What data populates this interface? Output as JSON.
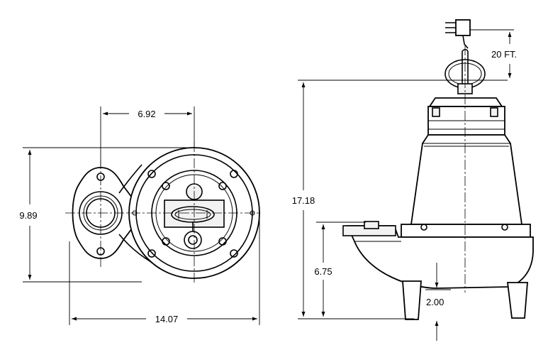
{
  "dimensions": {
    "plan_flange_to_center": "6.92",
    "plan_height": "9.89",
    "plan_overall_width": "14.07",
    "elevation_overall_height": "17.18",
    "elevation_discharge_height": "6.75",
    "elevation_leg_height": "2.00",
    "cord_length": "20 FT."
  },
  "colors": {
    "line": "#000000",
    "background": "#ffffff"
  }
}
